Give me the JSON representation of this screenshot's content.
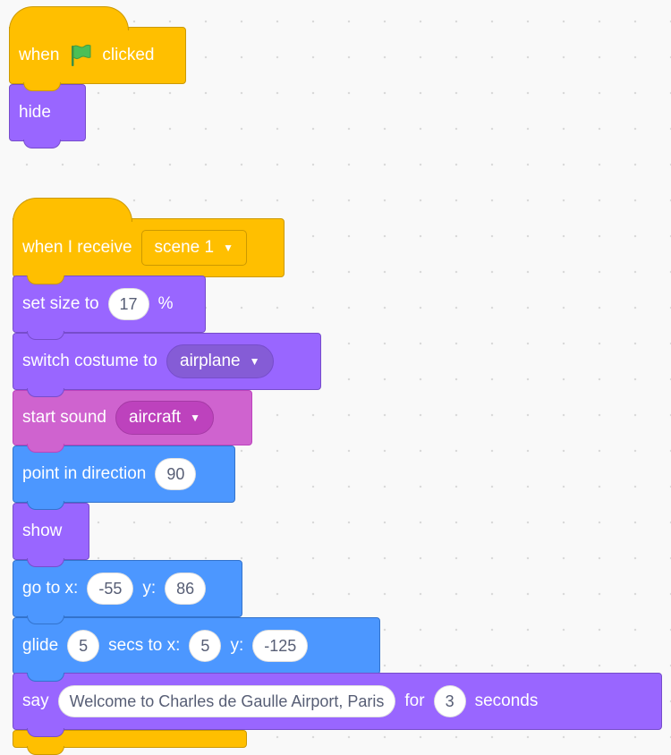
{
  "colors": {
    "events": "#ffbf00",
    "looks": "#9966ff",
    "sound": "#cf63cf",
    "motion": "#4c97ff",
    "input_text": "#575e75",
    "flag_green": "#4cbf56"
  },
  "script1": {
    "when_flag": {
      "label_when": "when",
      "icon": "green-flag-icon",
      "label_clicked": "clicked"
    },
    "hide": {
      "label": "hide"
    }
  },
  "script2": {
    "when_receive": {
      "label": "when I receive",
      "message": "scene 1"
    },
    "set_size": {
      "label": "set size to",
      "value": "17",
      "unit": "%"
    },
    "switch_costume": {
      "label": "switch costume to",
      "costume": "airplane"
    },
    "start_sound": {
      "label": "start sound",
      "sound": "aircraft"
    },
    "point_direction": {
      "label": "point in direction",
      "value": "90"
    },
    "show": {
      "label": "show"
    },
    "go_to": {
      "label_x": "go to x:",
      "x": "-55",
      "label_y": "y:",
      "y": "86"
    },
    "glide": {
      "label": "glide",
      "secs": "5",
      "label_secs": "secs to x:",
      "x": "5",
      "label_y": "y:",
      "y": "-125"
    },
    "say": {
      "label": "say",
      "message": "Welcome to Charles de Gaulle Airport, Paris",
      "label_for": "for",
      "secs": "3",
      "label_seconds": "seconds"
    }
  }
}
